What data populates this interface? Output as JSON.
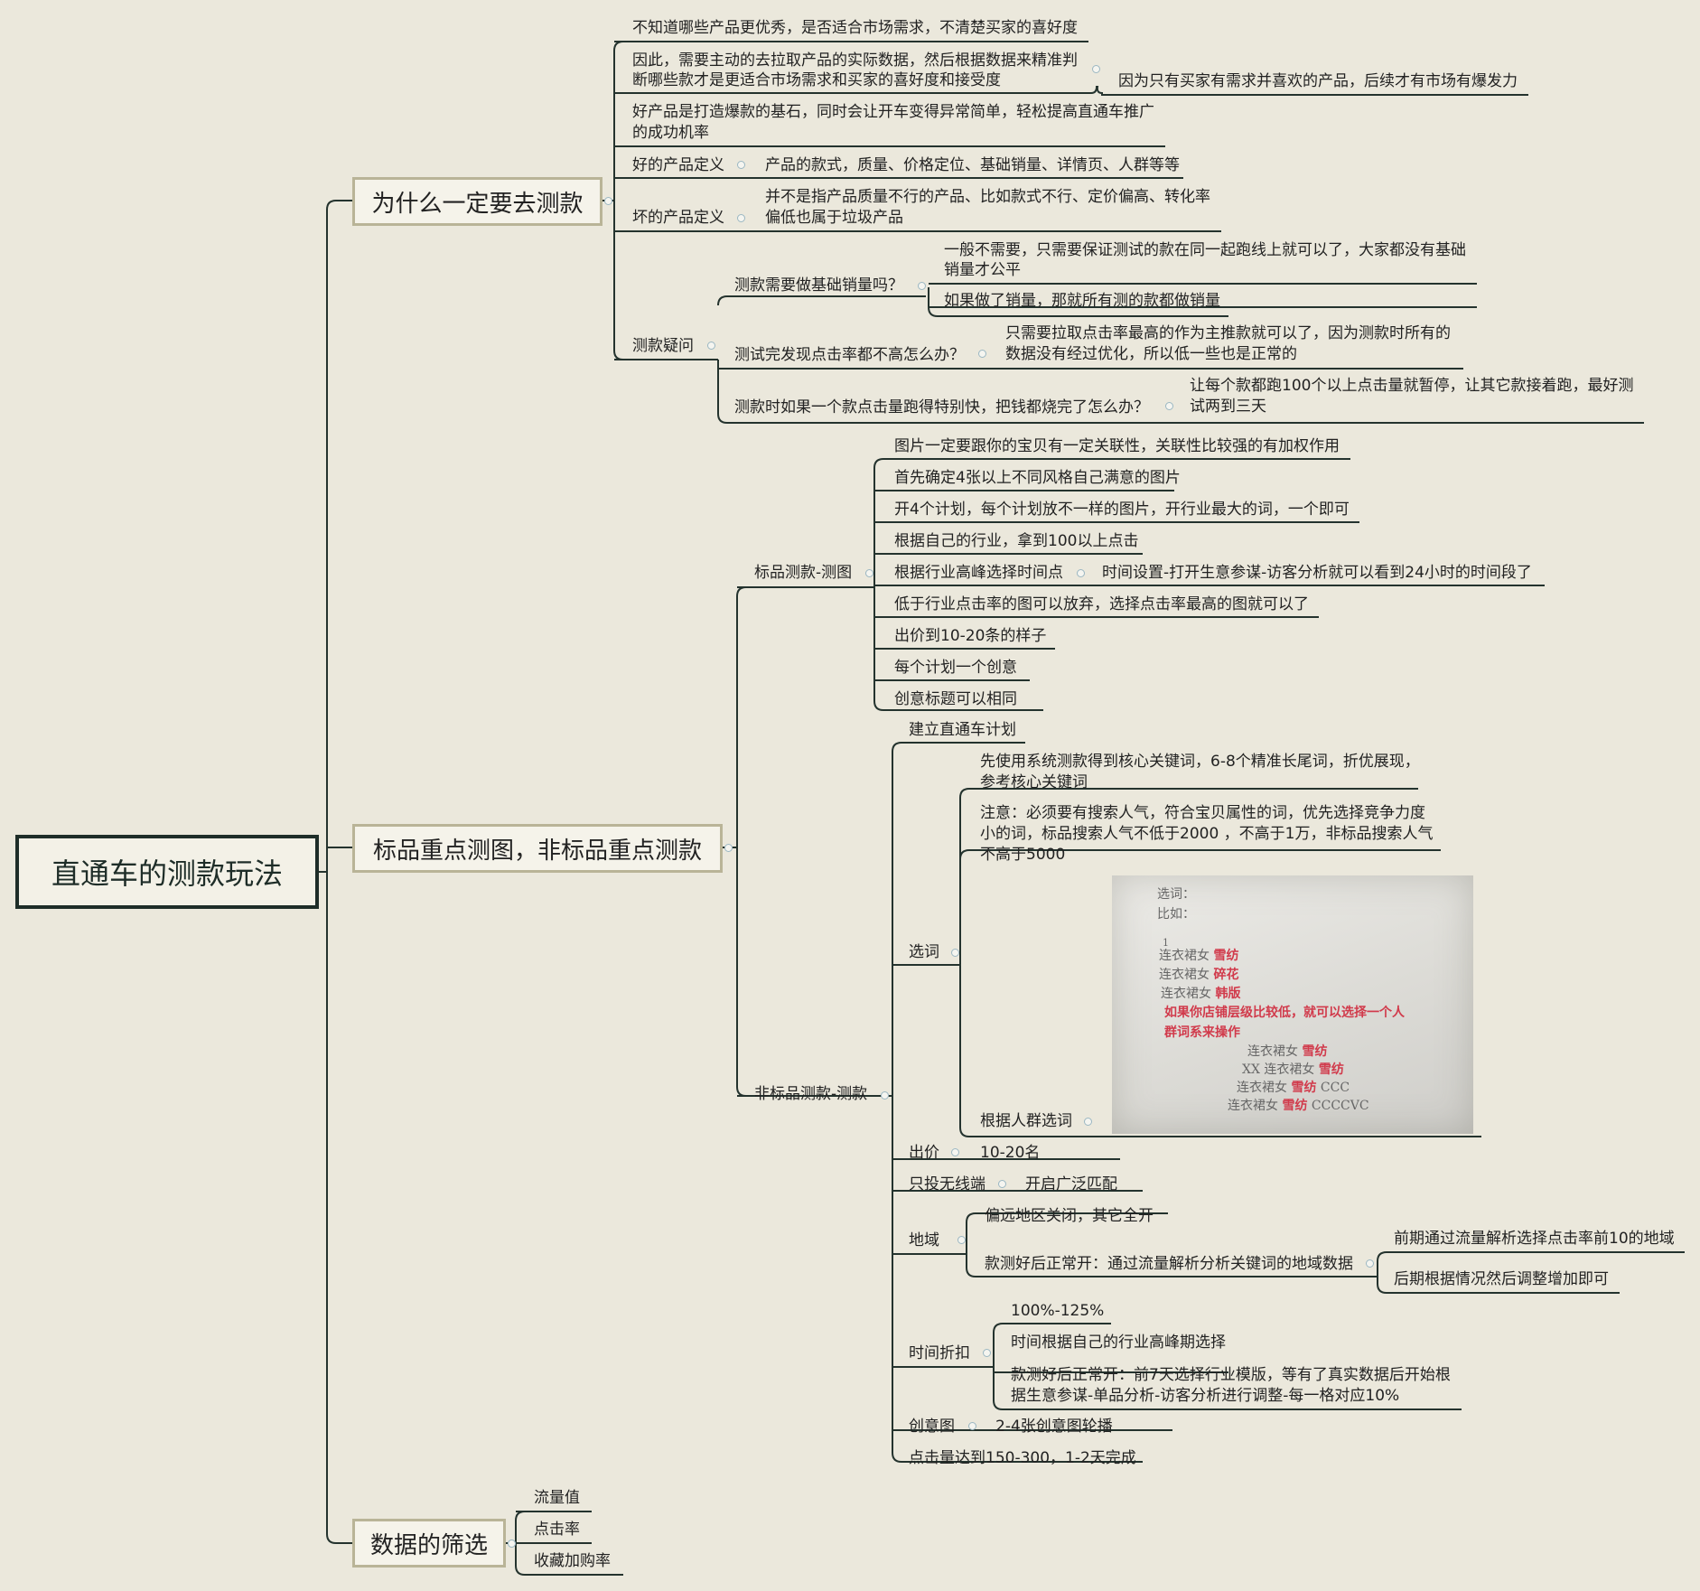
{
  "root": {
    "title": "直通车的测款玩法"
  },
  "why": {
    "title": "为什么一定要去测款",
    "t1": "不知道哪些产品更优秀，是否适合市场需求，不清楚买家的喜好度",
    "t2a": "因此，需要主动的去拉取产品的实际数据，然后根据数据来精准判",
    "t2b": "断哪些款才是更适合市场需求和买家的喜好度和接受度",
    "t2c": "因为只有买家有需求并喜欢的产品，后续才有市场有爆发力",
    "t3a": "好产品是打造爆款的基石，同时会让开车变得异常简单，轻松提高直通车推广",
    "t3b": "的成功机率",
    "good_label": "好的产品定义",
    "good_value": "产品的款式，质量、价格定位、基础销量、详情页、人群等等",
    "bad_label": "坏的产品定义",
    "bad_value_a": "并不是指产品质量不行的产品、比如款式不行、定价偏高、转化率",
    "bad_value_b": "偏低也属于垃圾产品",
    "qa_label": "测款疑问",
    "q1": "测款需要做基础销量吗？",
    "q1a1a": "一般不需要，只需要保证测试的款在同一起跑线上就可以了，大家都没有基础",
    "q1a1b": "销量才公平",
    "q1a2": "如果做了销量，那就所有测的款都做销量",
    "q2": "测试完发现点击率都不高怎么办？",
    "q2a_a": "只需要拉取点击率最高的作为主推款就可以了，因为测款时所有的",
    "q2a_b": "数据没有经过优化，所以低一些也是正常的",
    "q3": "测款时如果一个款点击量跑得特别快，把钱都烧完了怎么办？",
    "q3a_a": "让每个款都跑100个以上点击量就暂停，让其它款接着跑，最好测",
    "q3a_b": "试两到三天"
  },
  "std": {
    "title": "标品重点测图，非标品重点测款",
    "pic_label": "标品测款-测图",
    "p1": "图片一定要跟你的宝贝有一定关联性，关联性比较强的有加权作用",
    "p2": "首先确定4张以上不同风格自己满意的图片",
    "p3": "开4个计划，每个计划放不一样的图片，开行业最大的词，一个即可",
    "p4": "根据自己的行业，拿到100以上点击",
    "p5": "根据行业高峰选择时间点",
    "p5v": "时间设置-打开生意参谋-访客分析就可以看到24小时的时间段了",
    "p6": "低于行业点击率的图可以放弃，选择点击率最高的图就可以了",
    "p7": "出价到10-20条的样子",
    "p8": "每个计划一个创意",
    "p9": "创意标题可以相同",
    "ns_label": "非标品测款-测款",
    "n1": "建立直通车计划",
    "kw_label": "选词",
    "kw1a": "先使用系统测款得到核心关键词，6-8个精准长尾词，折优展现，",
    "kw1b": "参考核心关键词",
    "kw2a": "注意：必须要有搜索人气，符合宝贝属性的词，优先选择竞争力度",
    "kw2b": "小的词，标品搜索人气不低于2000 ，不高于1万，非标品搜索人气",
    "kw2c": "不高于5000",
    "kw3": "根据人群选词",
    "bid_label": "出价",
    "bid_value": "10-20名",
    "wl_label": "只投无线端",
    "wl_value": "开启广泛匹配",
    "area_label": "地域",
    "area1": "偏远地区关闭，其它全开",
    "area2": "款测好后正常开：通过流量解析分析关键词的地域数据",
    "area2a": "前期通过流量解析选择点击率前10的地域",
    "area2b": "后期根据情况然后调整增加即可",
    "time_label": "时间折扣",
    "time1": "100%-125%",
    "time2": "时间根据自己的行业高峰期选择",
    "time3a": "款测好后正常开：前7天选择行业模版，等有了真实数据后开始根",
    "time3b": "据生意参谋-单品分析-访客分析进行调整-每一格对应10%",
    "cr_label": "创意图",
    "cr_value": "2-4张创意图轮播",
    "clicks": "点击量达到150-300，1-2天完成"
  },
  "photo": {
    "l1": "选词：",
    "l2": "比如：",
    "l3": "1",
    "r1a": "连衣裙女",
    "r1b": "雪纺",
    "r2a": "连衣裙女",
    "r2b": "碎花",
    "r3a": "连衣裙女",
    "r3b": "韩版",
    "note1": "如果你店铺层级比较低，就可以选择一个人",
    "note2": "群词系来操作",
    "s1a": "连衣裙女",
    "s1b": "雪纺",
    "s2a": "XX 连衣裙女",
    "s2b": "雪纺",
    "s3a": "连衣裙女",
    "s3b": "雪纺",
    "s3c": "CCC",
    "s4a": "连衣裙女",
    "s4b": "雪纺",
    "s4c": "CCCCVC"
  },
  "filter": {
    "title": "数据的筛选",
    "f1": "流量值",
    "f2": "点击率",
    "f3": "收藏加购率"
  }
}
